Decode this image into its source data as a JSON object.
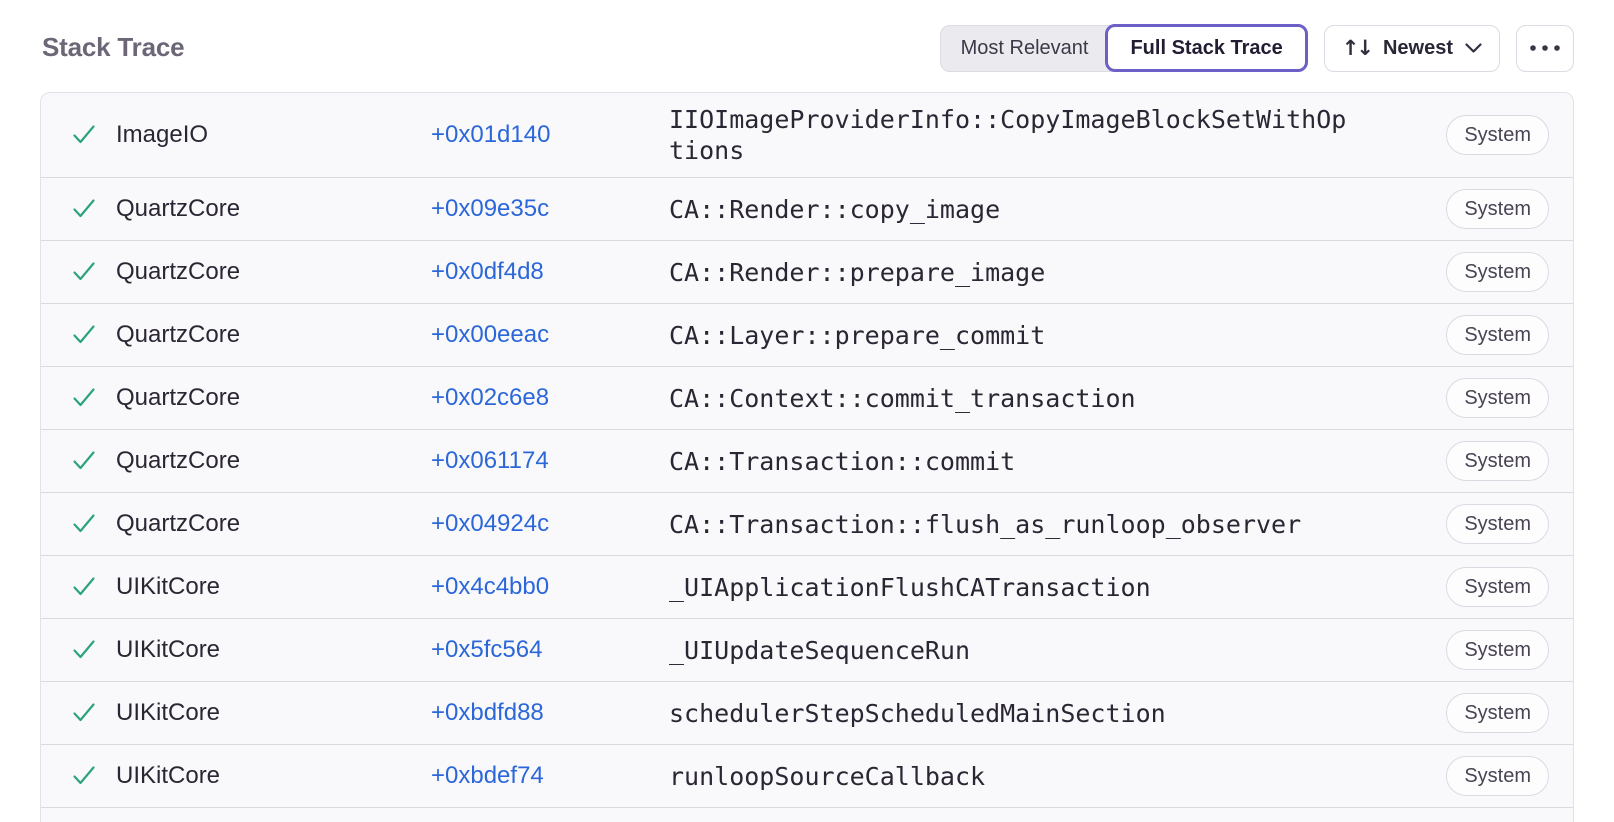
{
  "page": {
    "title": "Stack Trace"
  },
  "toolbar": {
    "view_options": [
      {
        "label": "Most Relevant",
        "active": false
      },
      {
        "label": "Full Stack Trace",
        "active": true
      }
    ],
    "sort": {
      "label": "Newest"
    }
  },
  "icons": {
    "sort_arrows": "↑↓",
    "checkmark": "check",
    "chevron_down": "chevron",
    "ellipsis": "three-dots"
  },
  "colors": {
    "accent_purple": "#6C5FC7",
    "link_blue": "#2B67D9",
    "check_green": "#2BA47B",
    "title_gray": "#6C6676",
    "row_background": "#F9F9FB",
    "divider": "#D9D9E0"
  },
  "frames": [
    {
      "module": "ImageIO",
      "address": "+0x01d140",
      "function": "IIOImageProviderInfo::CopyImageBlockSetWithOptions",
      "tag": "System"
    },
    {
      "module": "QuartzCore",
      "address": "+0x09e35c",
      "function": "CA::Render::copy_image",
      "tag": "System"
    },
    {
      "module": "QuartzCore",
      "address": "+0x0df4d8",
      "function": "CA::Render::prepare_image",
      "tag": "System"
    },
    {
      "module": "QuartzCore",
      "address": "+0x00eeac",
      "function": "CA::Layer::prepare_commit",
      "tag": "System"
    },
    {
      "module": "QuartzCore",
      "address": "+0x02c6e8",
      "function": "CA::Context::commit_transaction",
      "tag": "System"
    },
    {
      "module": "QuartzCore",
      "address": "+0x061174",
      "function": "CA::Transaction::commit",
      "tag": "System"
    },
    {
      "module": "QuartzCore",
      "address": "+0x04924c",
      "function": "CA::Transaction::flush_as_runloop_observer",
      "tag": "System"
    },
    {
      "module": "UIKitCore",
      "address": "+0x4c4bb0",
      "function": "_UIApplicationFlushCATransaction",
      "tag": "System"
    },
    {
      "module": "UIKitCore",
      "address": "+0x5fc564",
      "function": "_UIUpdateSequenceRun",
      "tag": "System"
    },
    {
      "module": "UIKitCore",
      "address": "+0xbdfd88",
      "function": "schedulerStepScheduledMainSection",
      "tag": "System"
    },
    {
      "module": "UIKitCore",
      "address": "+0xbdef74",
      "function": "runloopSourceCallback",
      "tag": "System"
    }
  ]
}
